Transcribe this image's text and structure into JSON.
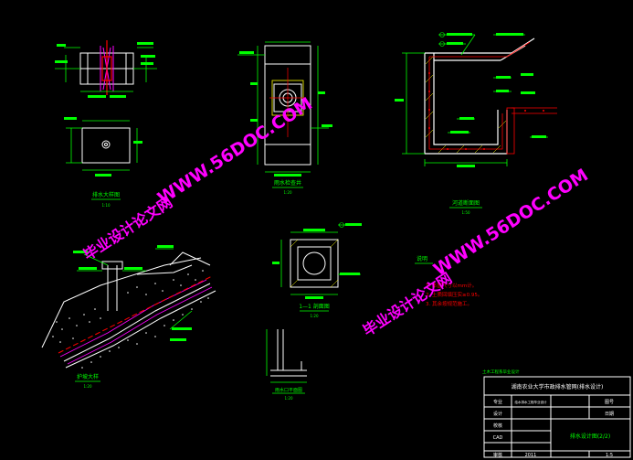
{
  "views": {
    "pipe_detail": {
      "caption": "排水大样图",
      "scale": "1:10"
    },
    "manhole_plan": {
      "caption": "雨水检查井",
      "scale": "1:20"
    },
    "channel_section": {
      "caption": "河道断面图",
      "scale": "1:50"
    },
    "section_1": {
      "caption": "1—1 剖面图",
      "scale": "1:20"
    },
    "corner_plan": {
      "caption": "雨水口平面图",
      "scale": "1:20"
    },
    "slope_detail": {
      "caption": "护坡大样",
      "scale": "1:20"
    }
  },
  "notes": {
    "heading": "说明",
    "lines": [
      "1. 本图尺寸以mm计。",
      "2. 土质回填压实≥0.95。",
      "3. 其余按规范施工。"
    ]
  },
  "watermarks": {
    "url": "WWW.56DOC.COM",
    "site": "毕业设计论文网"
  },
  "title_block": {
    "header_note": "土木工程系毕业设计",
    "school_title": "湖南农业大学市政排水管网(排水设计)",
    "row1_left": "专业",
    "row1_mid": "给水排水工程毕业设计",
    "row1_right": "图号",
    "row2_left": "设计",
    "row2_right": "日期",
    "drawing_name": "排水设计图(2/2)",
    "row3_left": "校核",
    "row4_left": "CAD",
    "row5_left": "审核",
    "row5_mid": "2011",
    "row5_right": "1:5"
  },
  "colors": {
    "background": "#000000",
    "line": "#ffffff",
    "dimension": "#00ff00",
    "annotation": "#00ffff",
    "accent": "#ff0000",
    "highlight": "#ffff00",
    "magenta": "#ff00ff"
  }
}
